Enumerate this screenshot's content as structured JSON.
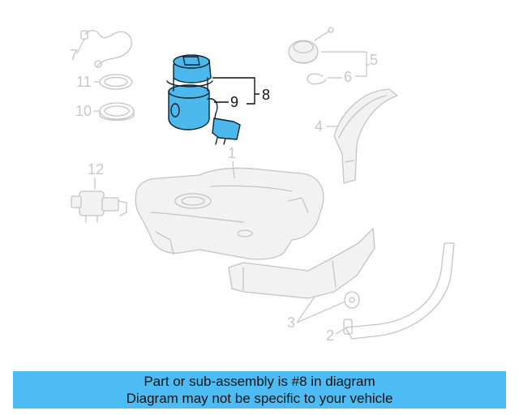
{
  "diagram": {
    "callouts": [
      {
        "id": "c1",
        "label": "1",
        "highlighted": false
      },
      {
        "id": "c2",
        "label": "2",
        "highlighted": false
      },
      {
        "id": "c3",
        "label": "3",
        "highlighted": false
      },
      {
        "id": "c4",
        "label": "4",
        "highlighted": false
      },
      {
        "id": "c5",
        "label": "5",
        "highlighted": false
      },
      {
        "id": "c6",
        "label": "6",
        "highlighted": false
      },
      {
        "id": "c7",
        "label": "7",
        "highlighted": false
      },
      {
        "id": "c8",
        "label": "8",
        "highlighted": true
      },
      {
        "id": "c9",
        "label": "9",
        "highlighted": true
      },
      {
        "id": "c10",
        "label": "10",
        "highlighted": false
      },
      {
        "id": "c11",
        "label": "11",
        "highlighted": false
      },
      {
        "id": "c12",
        "label": "12",
        "highlighted": false
      }
    ],
    "highlight_color": "#4db8ec",
    "muted_color": "#c4c4c4"
  },
  "banner": {
    "line1": "Part or sub-assembly is #8 in diagram",
    "line2": "Diagram may not be specific to your vehicle",
    "background": "#4dbcf4"
  }
}
